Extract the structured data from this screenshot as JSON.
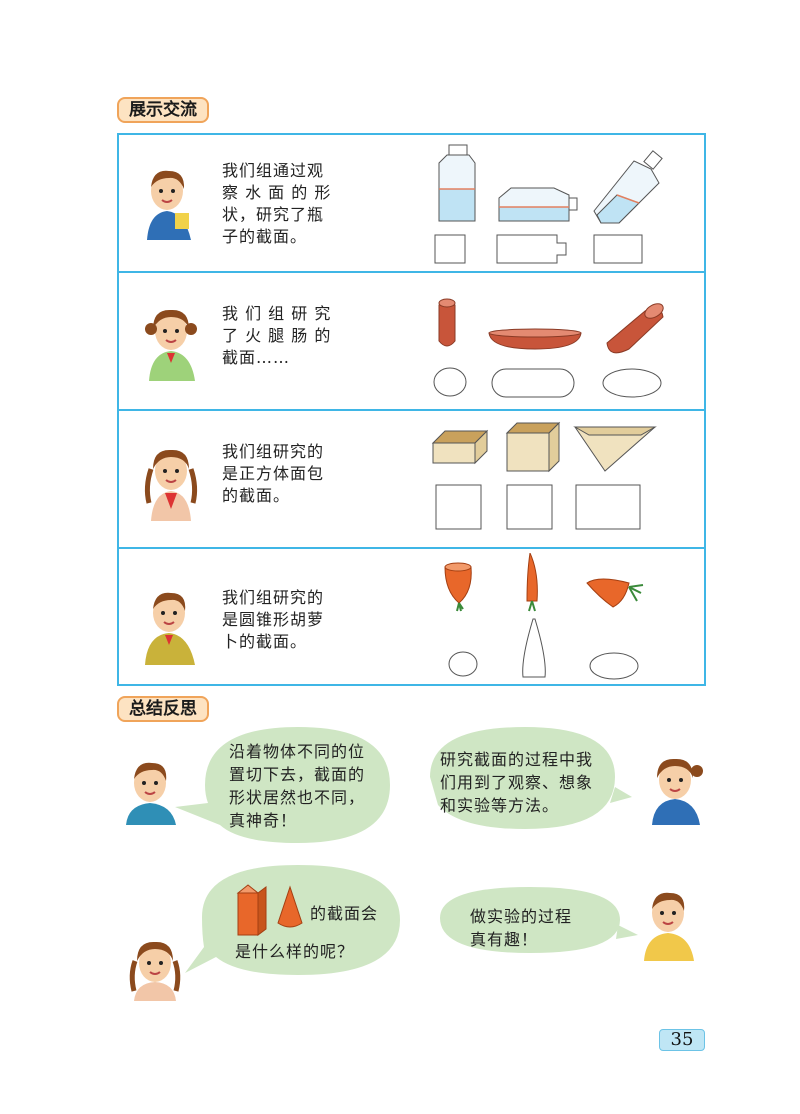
{
  "section_show": "展示交流",
  "section_summary": "总结反思",
  "rows": [
    {
      "text": "我们组通过观\n察 水 面 的 形\n状，研究了瓶\n子的截面。"
    },
    {
      "text": "我 们 组 研 究\n了 火 腿 肠 的\n截面……"
    },
    {
      "text": "我们组研究的\n是正方体面包\n的截面。"
    },
    {
      "text": "我们组研究的\n是圆锥形胡萝\n卜的截面。"
    }
  ],
  "bubbles": {
    "b1": "沿着物体不同的位\n置切下去，截面的\n形状居然也不同，\n真神奇！",
    "b2": "研究截面的过程中我\n们用到了观察、想象\n和实验等方法。",
    "b3a": "的截面会",
    "b3b": "是什么样的呢？",
    "b4": "做实验的过程\n真有趣！"
  },
  "page_number": "35",
  "colors": {
    "border": "#3fb6e6",
    "tab_fill": "#fde3c2",
    "tab_border": "#f0a45a",
    "bubble": "#cfe6c4",
    "sausage": "#c8553a",
    "carrot": "#e8672a",
    "bread": "#f0e2bf"
  }
}
